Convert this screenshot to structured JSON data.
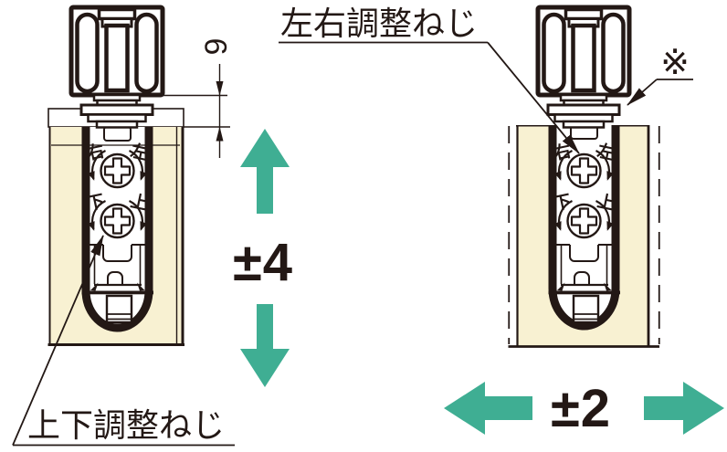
{
  "figure_left": {
    "caption": "上下調整ねじ",
    "adjust_range": "±4",
    "gap_dimension": "9"
  },
  "figure_right": {
    "caption": "左右調整ねじ",
    "adjust_range": "±2",
    "note_mark": "※"
  },
  "screw_dial_labels": {
    "right": "右",
    "left": "左",
    "down": "下",
    "up": "上"
  },
  "colors": {
    "ink": "#231815",
    "door_cream": "#F8F1D2",
    "arrow_green": "#3FAE93"
  }
}
